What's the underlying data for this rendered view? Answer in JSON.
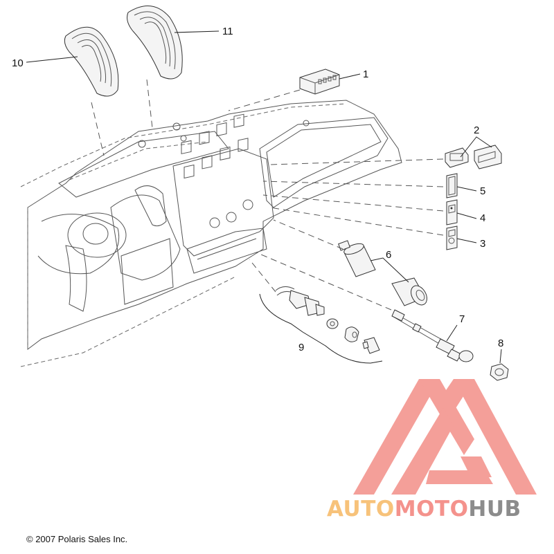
{
  "diagram": {
    "callouts": [
      "1",
      "2",
      "3",
      "4",
      "5",
      "6",
      "7",
      "8",
      "9",
      "10",
      "11"
    ],
    "copyright": "© 2007 Polaris Sales Inc."
  },
  "watermark": {
    "word_parts": [
      "AUTO",
      "MOTO",
      "HUB"
    ],
    "colors": {
      "auto": "#f7c27a",
      "moto": "#f4928c",
      "hub": "#8c8c8c",
      "triangle": "#f49a94"
    }
  }
}
